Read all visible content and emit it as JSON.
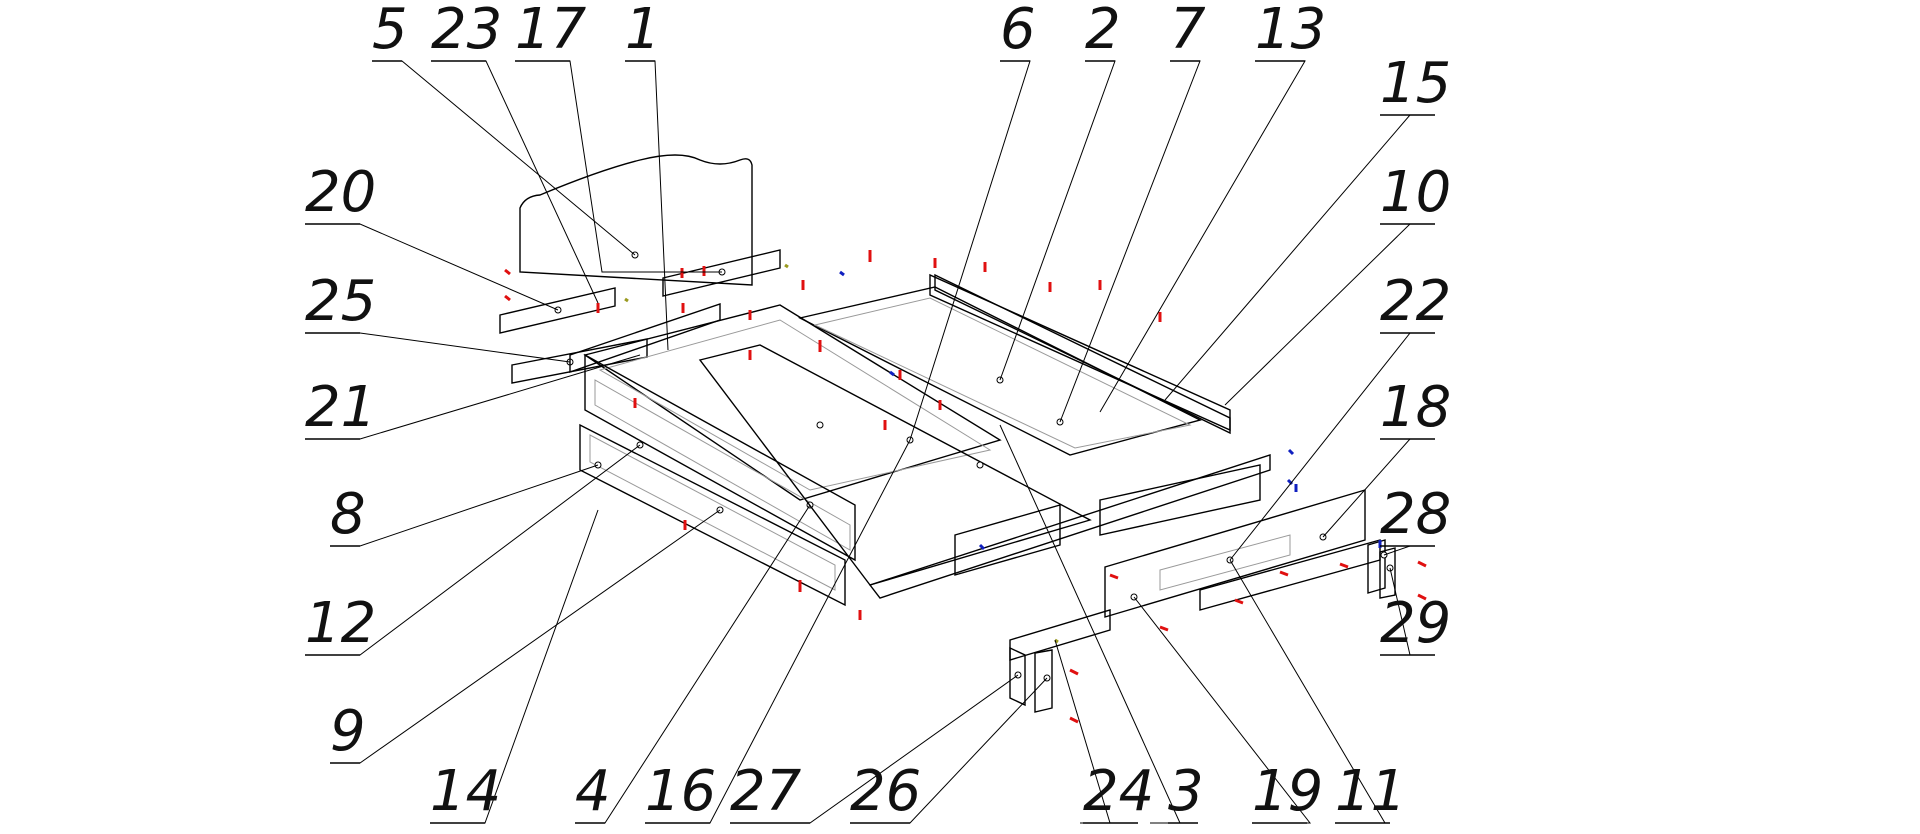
{
  "diagram": {
    "title": "",
    "type": "exploded-assembly",
    "colors": {
      "line": "#000000",
      "hidden_line": "#9a9a9a",
      "screw": "#e01010",
      "dowel": "#1020c0",
      "cam": "#9a9a20"
    },
    "callouts": [
      {
        "id": "c5",
        "label": "5"
      },
      {
        "id": "c23",
        "label": "23"
      },
      {
        "id": "c17",
        "label": "17"
      },
      {
        "id": "c1",
        "label": "1"
      },
      {
        "id": "c6",
        "label": "6"
      },
      {
        "id": "c2",
        "label": "2"
      },
      {
        "id": "c7",
        "label": "7"
      },
      {
        "id": "c13",
        "label": "13"
      },
      {
        "id": "c15",
        "label": "15"
      },
      {
        "id": "c10",
        "label": "10"
      },
      {
        "id": "c20",
        "label": "20"
      },
      {
        "id": "c25",
        "label": "25"
      },
      {
        "id": "c21",
        "label": "21"
      },
      {
        "id": "c8",
        "label": "8"
      },
      {
        "id": "c12",
        "label": "12"
      },
      {
        "id": "c9",
        "label": "9"
      },
      {
        "id": "c22",
        "label": "22"
      },
      {
        "id": "c18",
        "label": "18"
      },
      {
        "id": "c28",
        "label": "28"
      },
      {
        "id": "c29",
        "label": "29"
      },
      {
        "id": "c14",
        "label": "14"
      },
      {
        "id": "c4",
        "label": "4"
      },
      {
        "id": "c16",
        "label": "16"
      },
      {
        "id": "c27",
        "label": "27"
      },
      {
        "id": "c26",
        "label": "26"
      },
      {
        "id": "c24",
        "label": "24"
      },
      {
        "id": "c3",
        "label": "3"
      },
      {
        "id": "c19",
        "label": "19"
      },
      {
        "id": "c11",
        "label": "11"
      }
    ]
  }
}
